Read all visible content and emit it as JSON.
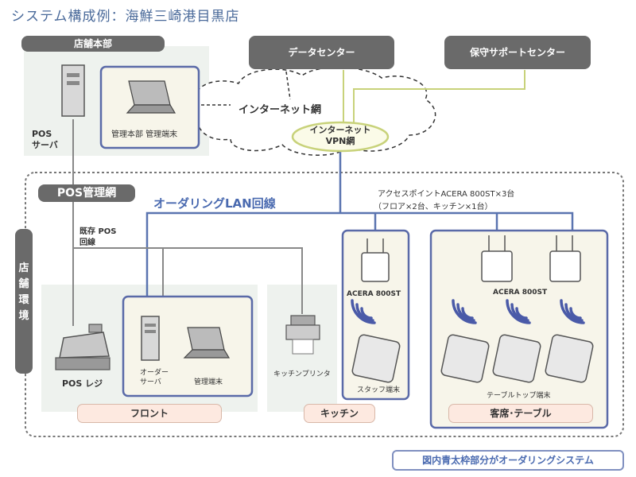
{
  "title": "システム構成例：海鮮三崎港目黒店",
  "hq": {
    "label": "店舗本部",
    "pos_server": "POS\nサーバ",
    "terminal": "管理本部 管理端末"
  },
  "cloud": {
    "internet": "インターネット網",
    "vpn": "インターネット\nVPN網"
  },
  "data_center": "データセンター",
  "support_center": "保守サポートセンター",
  "pos_network": "POS管理網",
  "ordering_lan": "オーダリングLAN回線",
  "access_point": {
    "line1": "アクセスポイントACERA 800ST×3台",
    "line2": "（フロア×2台、キッチン×1台）"
  },
  "existing_pos": "既存 POS\n回線",
  "store_env": "店\n舗\n環\n境",
  "front": {
    "label": "フロント",
    "pos_register": "POS レジ",
    "order_server": "オーダー\nサーバ",
    "terminal": "管理端末"
  },
  "kitchen": {
    "label": "キッチン",
    "printer": "キッチンプリンタ"
  },
  "staff": {
    "ap": "ACERA 800ST",
    "terminal": "スタッフ端末"
  },
  "table": {
    "label": "客席･テーブル",
    "ap": "ACERA 800ST",
    "terminal": "テーブルトップ端末"
  },
  "legend": "図内青太枠部分がオーダリングシステム"
}
